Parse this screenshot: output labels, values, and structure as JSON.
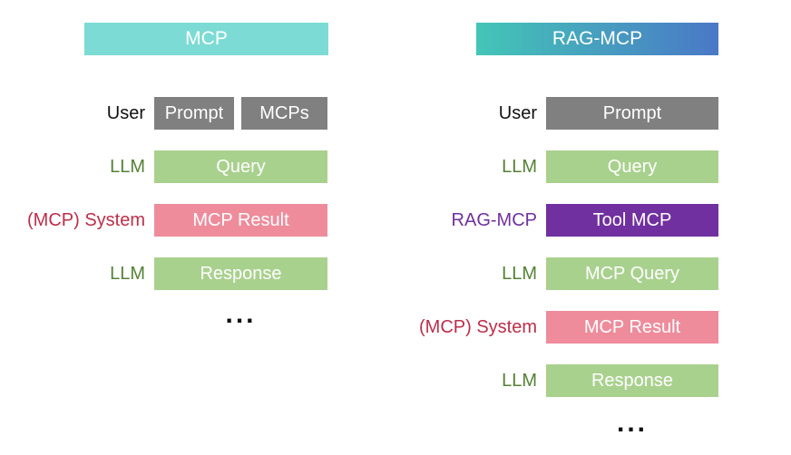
{
  "diagram": {
    "left": {
      "title": "MCP",
      "rows": [
        {
          "label": "User",
          "boxes": [
            {
              "text": "Prompt"
            },
            {
              "text": "MCPs"
            }
          ]
        },
        {
          "label": "LLM",
          "boxes": [
            {
              "text": "Query"
            }
          ]
        },
        {
          "label": "(MCP) System",
          "boxes": [
            {
              "text": "MCP Result"
            }
          ]
        },
        {
          "label": "LLM",
          "boxes": [
            {
              "text": "Response"
            }
          ]
        }
      ],
      "ellipsis": "..."
    },
    "right": {
      "title": "RAG-MCP",
      "rows": [
        {
          "label": "User",
          "boxes": [
            {
              "text": "Prompt"
            }
          ]
        },
        {
          "label": "LLM",
          "boxes": [
            {
              "text": "Query"
            }
          ]
        },
        {
          "label": "RAG-MCP",
          "boxes": [
            {
              "text": "Tool MCP"
            }
          ]
        },
        {
          "label": "LLM",
          "boxes": [
            {
              "text": "MCP Query"
            }
          ]
        },
        {
          "label": "(MCP) System",
          "boxes": [
            {
              "text": "MCP Result"
            }
          ]
        },
        {
          "label": "LLM",
          "boxes": [
            {
              "text": "Response"
            }
          ]
        }
      ],
      "ellipsis": "..."
    }
  },
  "colors": {
    "mcp_header_teal": "#7CDBD4",
    "ragmcp_gradient_start": "#43C6B7",
    "ragmcp_gradient_end": "#4A78C7",
    "user_box_gray": "#808080",
    "llm_box_green": "#A9D18E",
    "system_box_pink": "#EE8C9C",
    "ragmcp_box_purple": "#7030A0",
    "label_user": "#111111",
    "label_llm": "#548235",
    "label_system": "#BE2D49",
    "label_ragmcp": "#7030A0",
    "box_text": "#FFFFFF",
    "ellipsis": "#111111"
  }
}
